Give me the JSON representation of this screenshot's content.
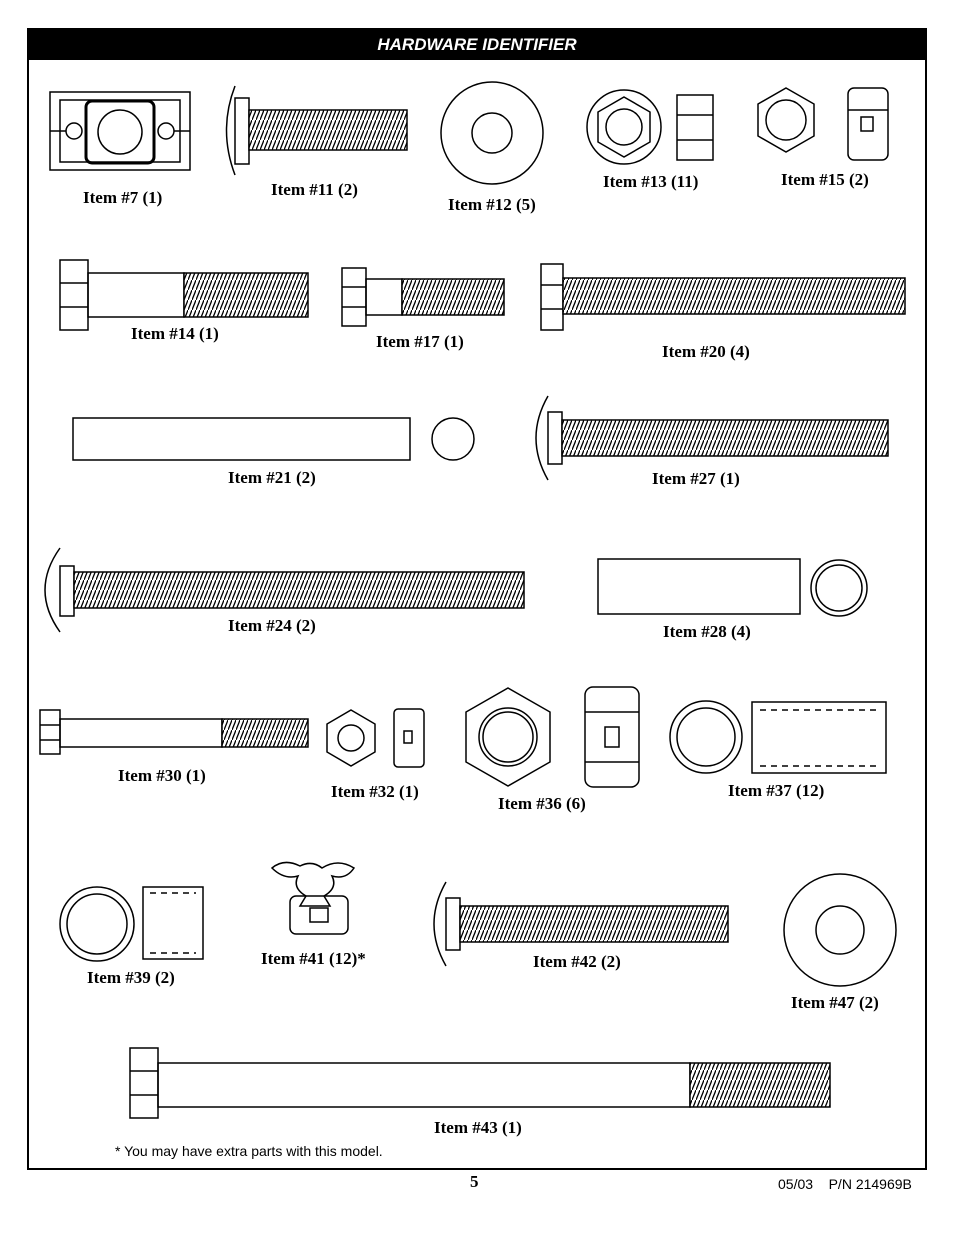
{
  "header": {
    "title": "HARDWARE IDENTIFIER"
  },
  "items": [
    {
      "id": "7",
      "label": "Item #7 (1)"
    },
    {
      "id": "11",
      "label": "Item #11 (2)"
    },
    {
      "id": "12",
      "label": "Item #12 (5)"
    },
    {
      "id": "13",
      "label": "Item #13 (11)"
    },
    {
      "id": "15",
      "label": "Item #15 (2)"
    },
    {
      "id": "14",
      "label": "Item #14 (1)"
    },
    {
      "id": "17",
      "label": "Item #17 (1)"
    },
    {
      "id": "20",
      "label": "Item #20 (4)"
    },
    {
      "id": "21",
      "label": "Item #21 (2)"
    },
    {
      "id": "27",
      "label": "Item #27 (1)"
    },
    {
      "id": "24",
      "label": "Item #24 (2)"
    },
    {
      "id": "28",
      "label": "Item #28 (4)"
    },
    {
      "id": "30",
      "label": "Item #30 (1)"
    },
    {
      "id": "32",
      "label": "Item #32 (1)"
    },
    {
      "id": "36",
      "label": "Item #36 (6)"
    },
    {
      "id": "37",
      "label": "Item #37 (12)"
    },
    {
      "id": "39",
      "label": "Item #39 (2)"
    },
    {
      "id": "41",
      "label": "Item #41 (12)*"
    },
    {
      "id": "42",
      "label": "Item #42 (2)"
    },
    {
      "id": "47",
      "label": "Item #47 (2)"
    },
    {
      "id": "43",
      "label": "Item #43 (1)"
    }
  ],
  "footnote": "* You may  have extra parts with this model.",
  "page_number": "5",
  "part_number": "05/03    P/N 214969B"
}
